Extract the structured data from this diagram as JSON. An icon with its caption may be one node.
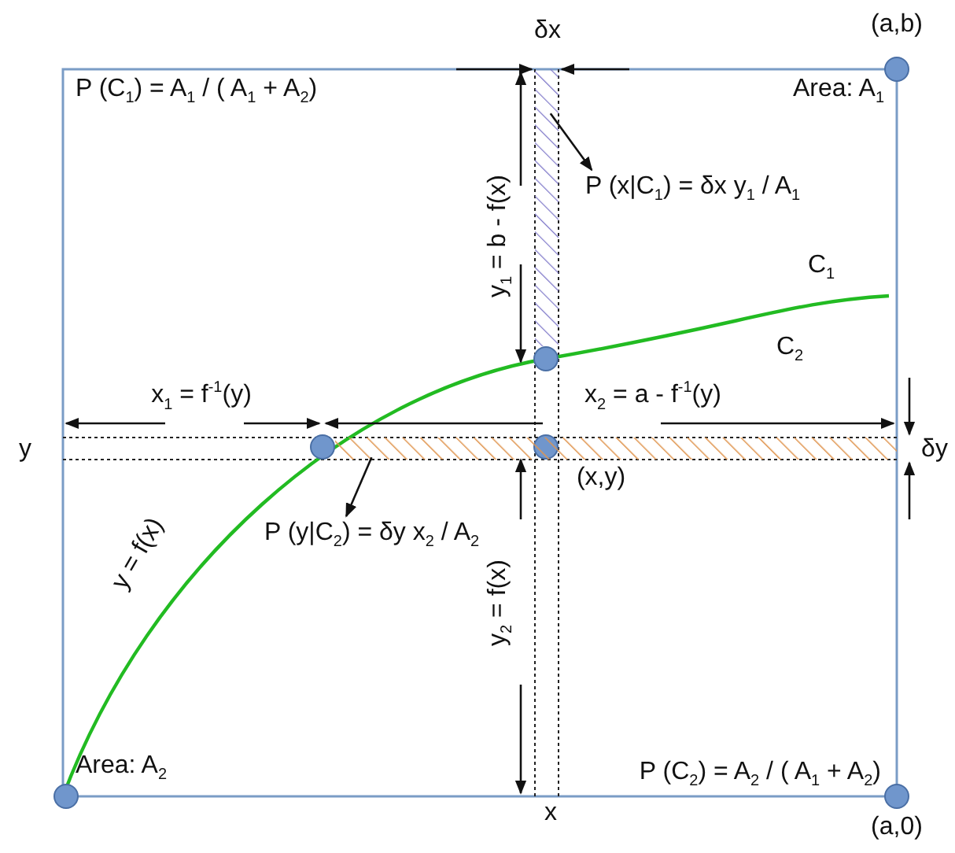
{
  "diagram": {
    "nodes": [
      {
        "text": [
          "P (x|C$_{1}$) = δx y$_{1}$ / A$_{1}$"
        ]
      },
      {
        "text": [],
        "shape": "bar"
      },
      {
        "text": [
          "P (y|C$_{2}$) = δy x$_{2}$ / A$_{2}$"
        ]
      },
      {
        "text": [],
        "shape": "bar"
      }
    ],
    "edges": [
      {
        "from": 1,
        "to": 0,
        "arrow": "to"
      },
      {
        "from": 3,
        "to": 2,
        "arrow": "to"
      }
    ],
    "labels": [
      "δx",
      "(a,b)",
      "P (C$_{1}$) = A$_{1}$ / ( A$_{1}$ + A$_{2}$)",
      "Area: A$_{1}$",
      "y$_{1}$ = b - f(x)",
      "C$_{1}$",
      "C$_{2}$",
      "x$_{1}$ = f$^{-1}$(y)",
      "x$_{2}$ = a - f$^{-1}$(y)",
      "y",
      "δy",
      "(x,y)",
      "y = f(x)",
      "y$_{2}$ = f(x)",
      "Area: A$_{2}$",
      "P (C$_{2}$) = A$_{2}$ / ( A$_{1}$ + A$_{2}$)",
      "x",
      "(a,0)"
    ]
  }
}
